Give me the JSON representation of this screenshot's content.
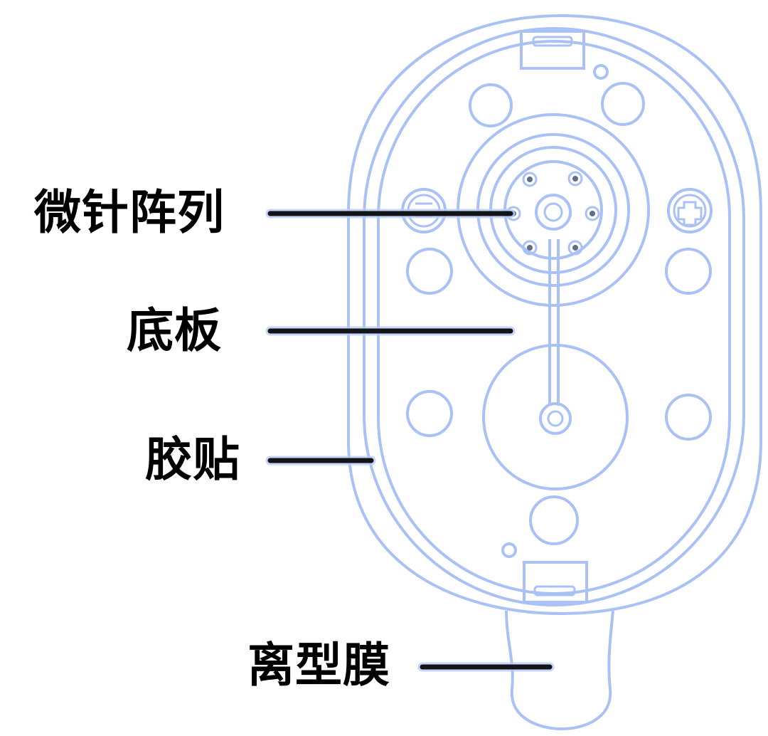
{
  "colors": {
    "outline": "#a9c1f4",
    "leader": "#141418",
    "text": "#000000",
    "background": "#ffffff"
  },
  "labels": {
    "microneedle_array": "微针阵列",
    "base_plate": "底板",
    "adhesive_patch": "胶贴",
    "release_film": "离型膜"
  }
}
